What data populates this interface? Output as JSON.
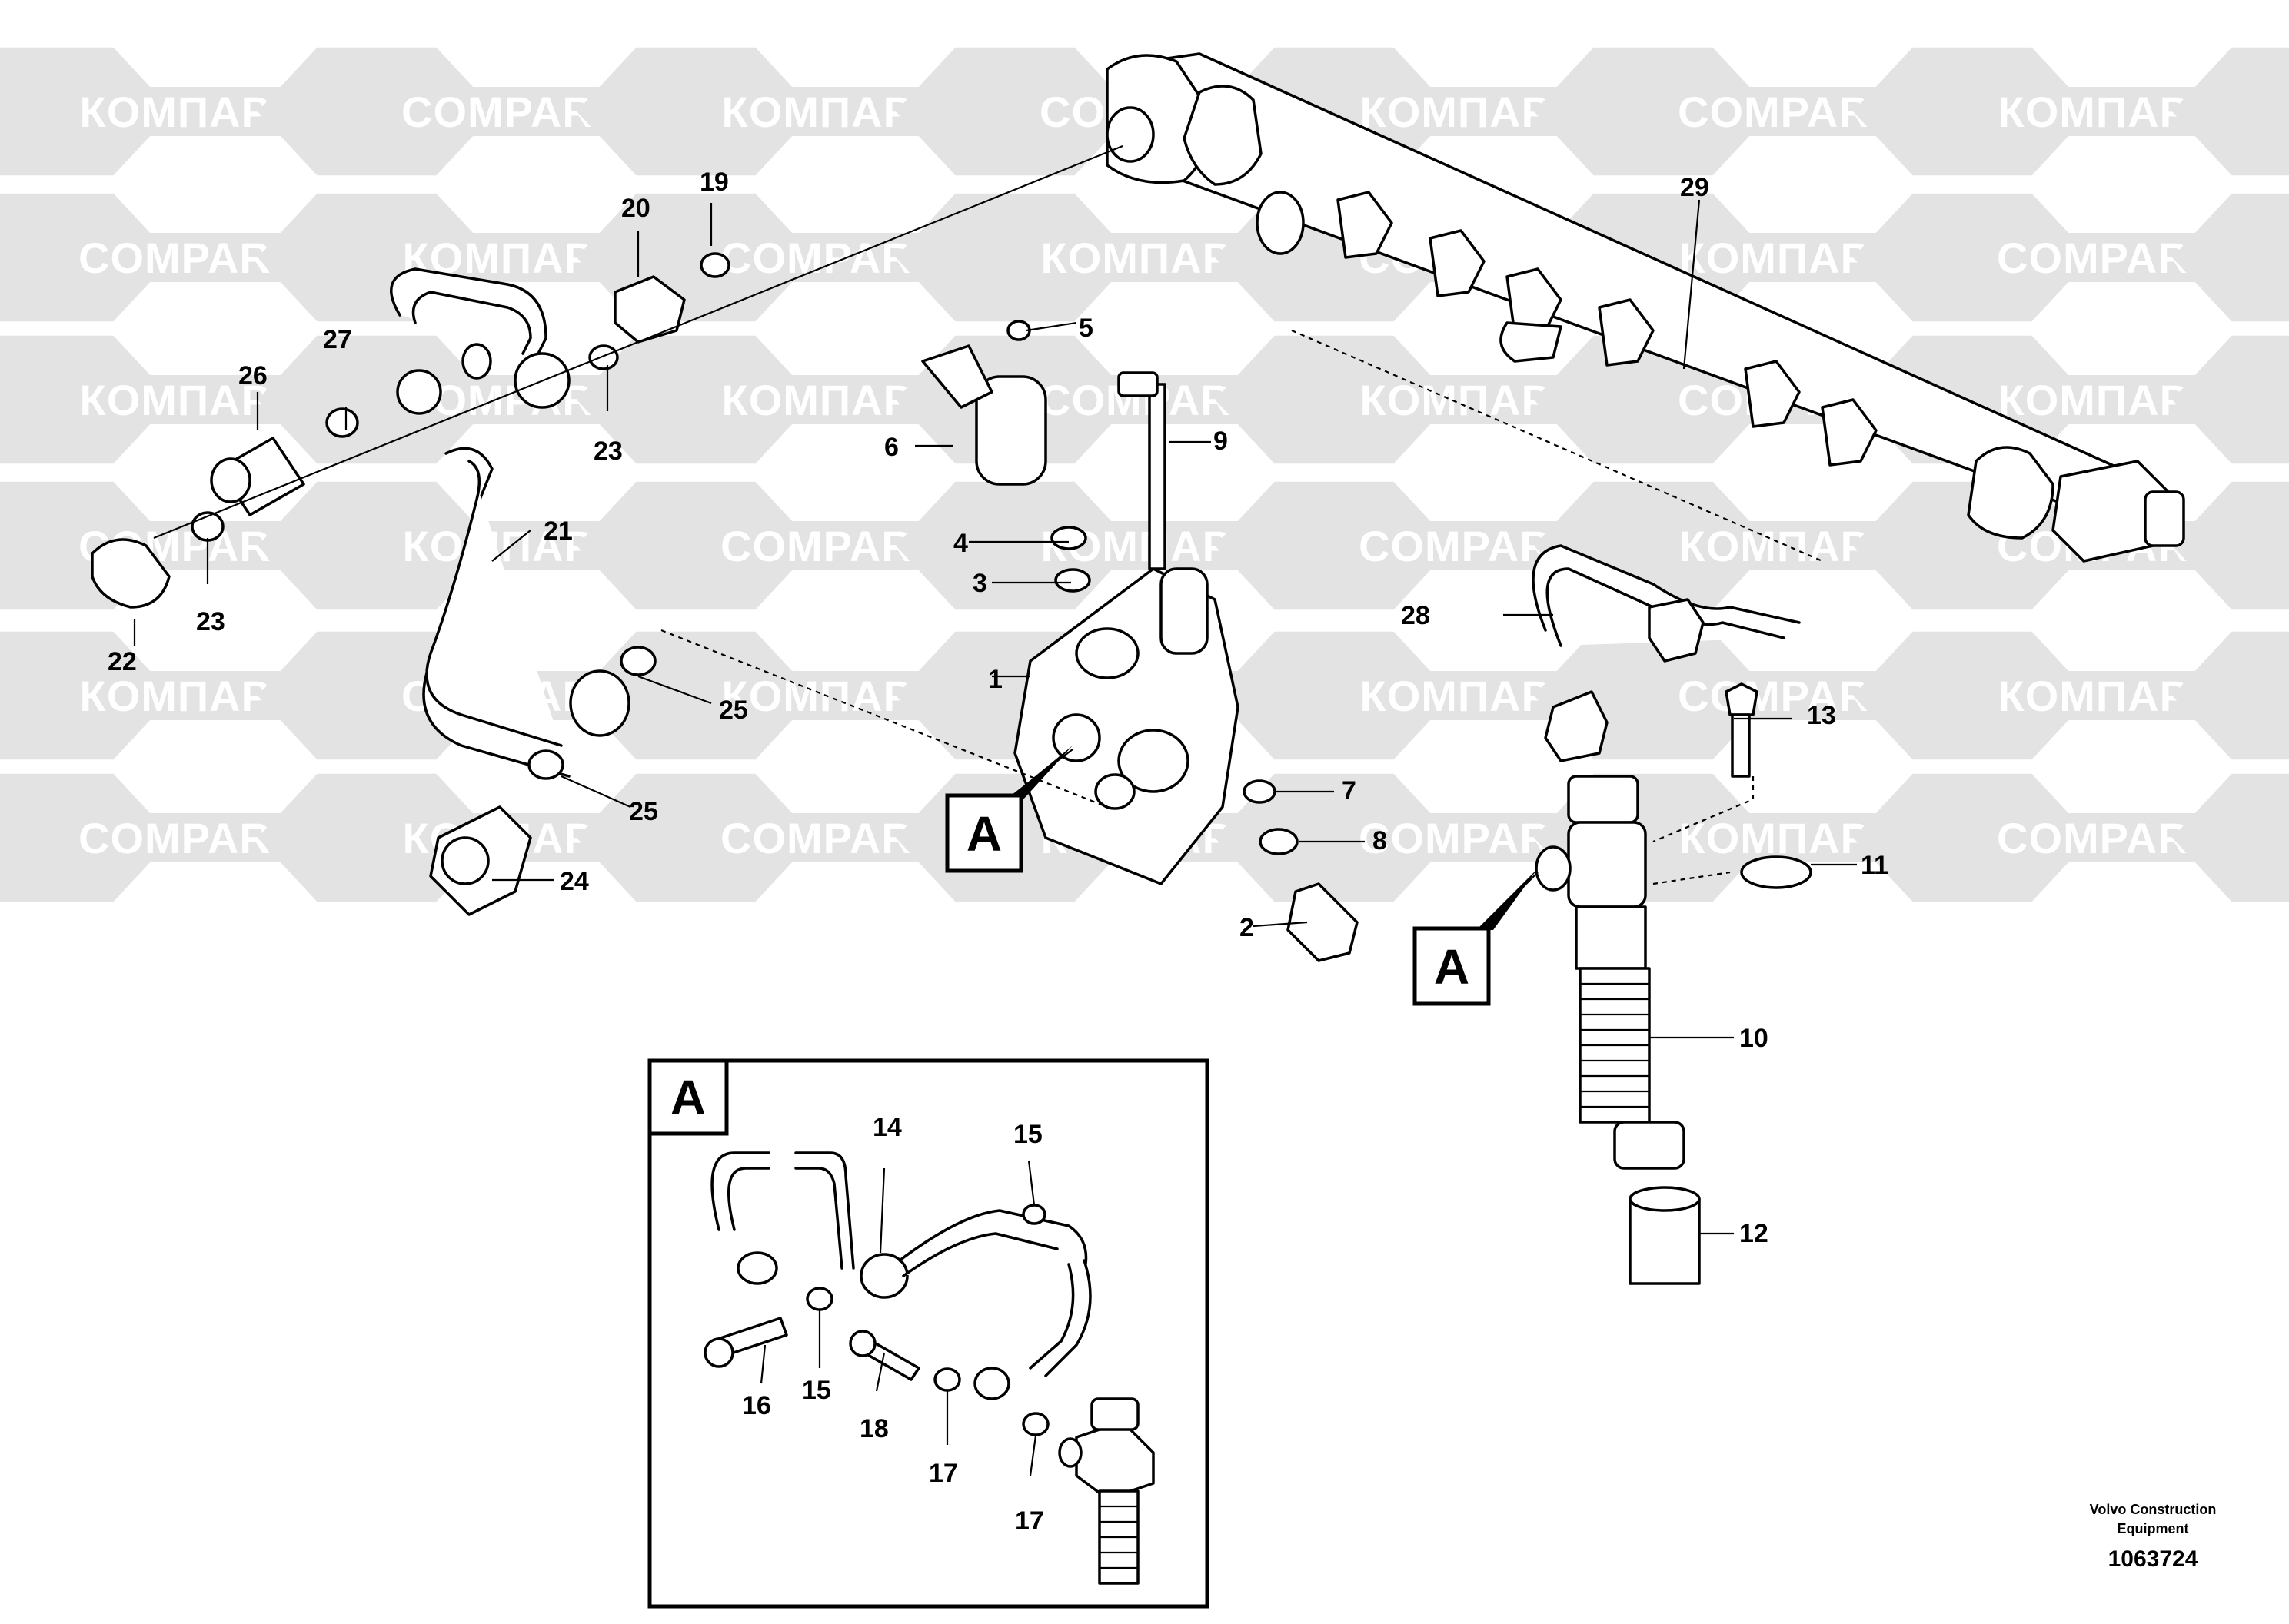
{
  "watermarks": [
    "КОМПАРТ",
    "COMPART"
  ],
  "parts": [
    {
      "id": "1",
      "label": "1"
    },
    {
      "id": "2",
      "label": "2"
    },
    {
      "id": "3",
      "label": "3"
    },
    {
      "id": "4",
      "label": "4"
    },
    {
      "id": "5",
      "label": "5"
    },
    {
      "id": "6",
      "label": "6"
    },
    {
      "id": "7",
      "label": "7"
    },
    {
      "id": "8",
      "label": "8"
    },
    {
      "id": "9",
      "label": "9"
    },
    {
      "id": "10",
      "label": "10"
    },
    {
      "id": "11",
      "label": "11"
    },
    {
      "id": "12",
      "label": "12"
    },
    {
      "id": "13",
      "label": "13"
    },
    {
      "id": "14",
      "label": "14"
    },
    {
      "id": "15",
      "label": "15"
    },
    {
      "id": "15b",
      "label": "15"
    },
    {
      "id": "16",
      "label": "16"
    },
    {
      "id": "17",
      "label": "17"
    },
    {
      "id": "17b",
      "label": "17"
    },
    {
      "id": "18",
      "label": "18"
    },
    {
      "id": "19",
      "label": "19"
    },
    {
      "id": "20",
      "label": "20"
    },
    {
      "id": "21",
      "label": "21"
    },
    {
      "id": "22",
      "label": "22"
    },
    {
      "id": "23",
      "label": "23"
    },
    {
      "id": "23b",
      "label": "23"
    },
    {
      "id": "24",
      "label": "24"
    },
    {
      "id": "25",
      "label": "25"
    },
    {
      "id": "25b",
      "label": "25"
    },
    {
      "id": "26",
      "label": "26"
    },
    {
      "id": "27",
      "label": "27"
    },
    {
      "id": "28",
      "label": "28"
    },
    {
      "id": "29",
      "label": "29"
    }
  ],
  "view_marker": "A",
  "detail_view_marker": "A",
  "caption": {
    "line1": "Volvo Construction",
    "line2": "Equipment",
    "number": "1063724"
  }
}
